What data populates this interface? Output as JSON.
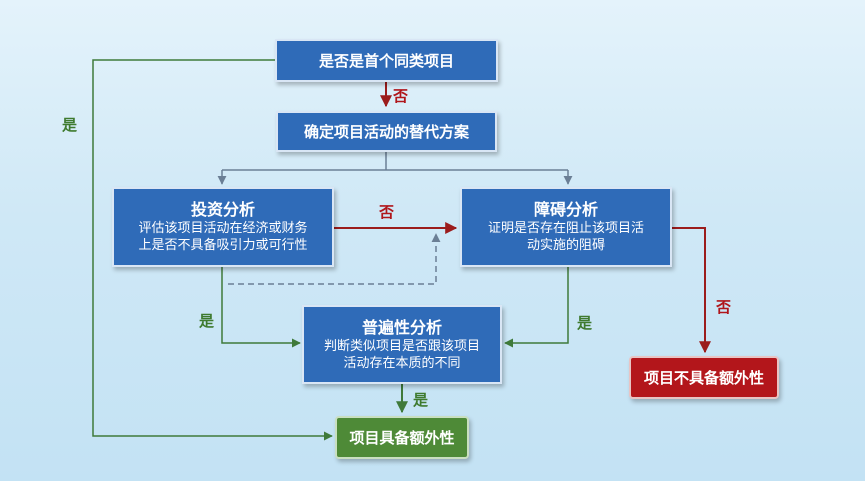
{
  "nodes": {
    "first_similar": {
      "title": "是否是首个同类项目"
    },
    "alternative": {
      "title": "确定项目活动的替代方案"
    },
    "investment": {
      "title": "投资分析",
      "lines": [
        "评估该项目活动在经济或财务",
        "上是否不具备吸引力或可行性"
      ]
    },
    "barrier": {
      "title": "障碍分析",
      "lines": [
        "证明是否存在阻止该项目活",
        "动实施的阻碍"
      ]
    },
    "common_practice": {
      "title": "普遍性分析",
      "lines": [
        "判断类似项目是否跟该项目",
        "活动存在本质的不同"
      ]
    },
    "not_additional": {
      "title": "项目不具备额外性"
    },
    "additional": {
      "title": "项目具备额外性"
    }
  },
  "edge_labels": {
    "first_to_alternative": "否",
    "investment_to_barrier": "否",
    "barrier_to_not_additional": "否",
    "first_to_additional": "是",
    "investment_to_common": "是",
    "barrier_to_common": "是",
    "common_to_additional": "是"
  },
  "colors": {
    "node_blue": "#2f6bb8",
    "node_red": "#b3161b",
    "node_green": "#4e8a37",
    "line_red": "#9b1c1c",
    "line_green": "#3f7a3a",
    "line_gray": "#6b7f95",
    "label_red": "#b0161b",
    "label_green": "#3e7a2e"
  }
}
